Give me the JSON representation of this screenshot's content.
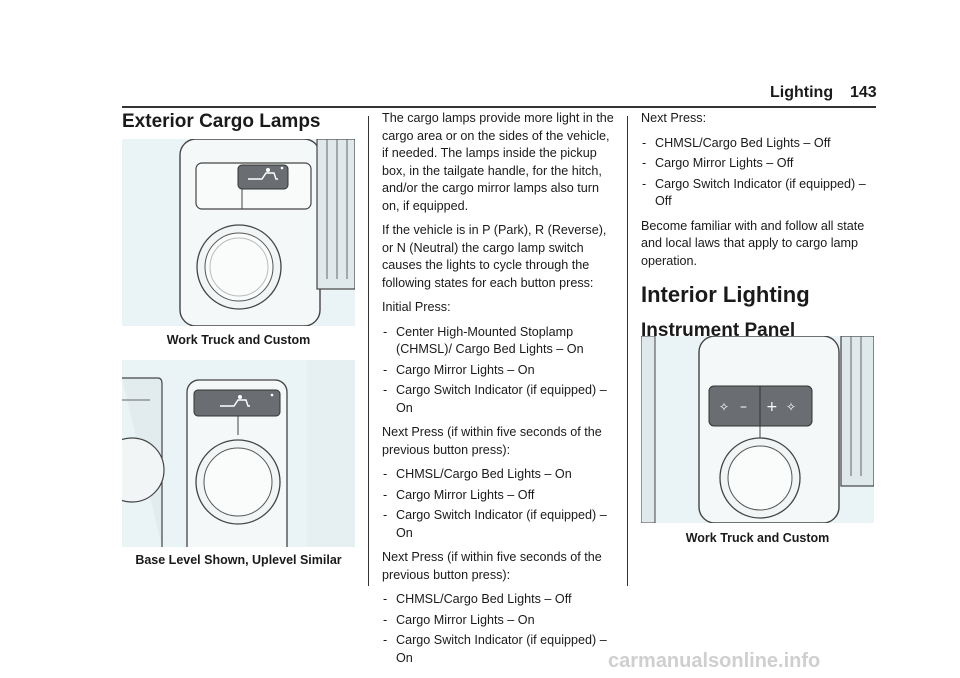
{
  "header": {
    "section": "Lighting",
    "page": "143"
  },
  "left": {
    "heading": "Exterior Cargo Lamps",
    "caption1": "Work Truck and Custom",
    "caption2": "Base Level Shown, Uplevel Similar"
  },
  "middle": {
    "p1": "The cargo lamps provide more light in the cargo area or on the sides of the vehicle, if needed. The lamps inside the pickup box, in the tailgate handle, for the hitch, and/or the cargo mirror lamps also turn on, if equipped.",
    "p2": "If the vehicle is in P (Park), R (Reverse), or N (Neutral) the cargo lamp switch causes the lights to cycle through the following states for each button press:",
    "initial": "Initial Press:",
    "list1": [
      "Center High-Mounted Stoplamp (CHMSL)/ Cargo Bed Lights – On",
      "Cargo Mirror Lights – On",
      "Cargo Switch Indicator (if equipped) – On"
    ],
    "next1": "Next Press (if within five seconds of the previous button press):",
    "list2": [
      "CHMSL/Cargo Bed Lights – On",
      "Cargo Mirror Lights – Off",
      "Cargo Switch Indicator (if equipped) – On"
    ],
    "next2": "Next Press (if within five seconds of the previous button press):",
    "list3": [
      "CHMSL/Cargo Bed Lights – Off",
      "Cargo Mirror Lights – On",
      "Cargo Switch Indicator (if equipped) – On"
    ]
  },
  "right": {
    "next3": "Next Press:",
    "list4": [
      "CHMSL/Cargo Bed Lights – Off",
      "Cargo Mirror Lights – Off",
      "Cargo Switch Indicator (if equipped) – Off"
    ],
    "p_laws": "Become familiar with and follow all state and local laws that apply to cargo lamp operation.",
    "heading_interior": "Interior Lighting",
    "heading_ipi": "Instrument Panel Illumination Control",
    "caption3": "Work Truck and Custom",
    "dim_minus": "–",
    "dim_plus": "+"
  },
  "watermark": "carmanualsonline.info",
  "colors": {
    "figure_bg": "#eaf3f5",
    "button_dark": "#6a6e72",
    "rule": "#333333"
  }
}
